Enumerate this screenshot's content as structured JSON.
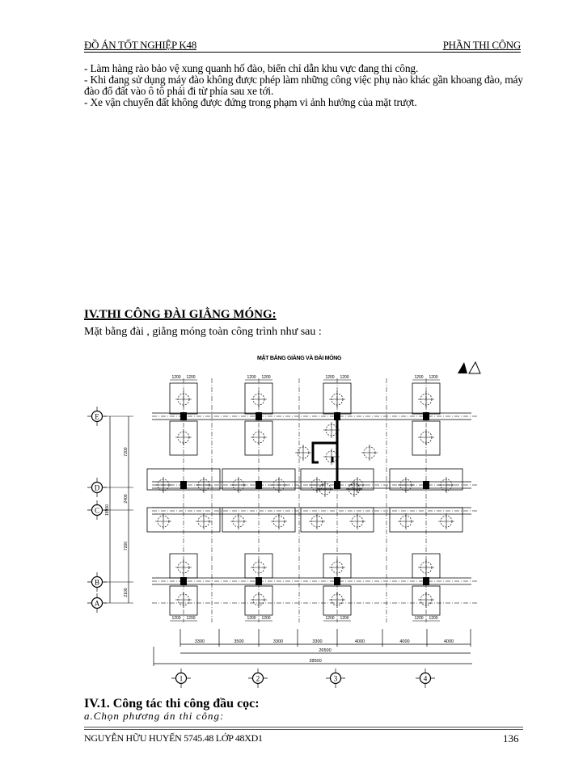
{
  "header": {
    "left": "ĐỒ ÁN TỐT NGHIỆP K48",
    "right": "PHẦN THI CÔNG"
  },
  "paragraphs": [
    "- Làm hàng rào bảo vệ xung quanh hố đào, biển chỉ dẫn khu vực đang thi công.",
    "- Khi đang sử dụng máy đào không được phép làm những công việc phụ nào khác gần khoang đào, máy đào đổ đất vào ô tô phải đi từ phía sau xe tới.",
    "- Xe vận chuyển đất không được đứng trong phạm vi ảnh hưởng của mặt trượt."
  ],
  "section": {
    "heading": "IV.THI CÔNG ĐÀI GIẰNG MÓNG:",
    "intro": "Mặt bằng đài , giằng móng toàn công trình như sau :"
  },
  "drawing": {
    "title": "MẶT BẰNG GIẰNG VÀ ĐÀI MÓNG",
    "column_axes": [
      "1",
      "2",
      "3",
      "4"
    ],
    "row_axes": [
      "E",
      "D",
      "C",
      "B",
      "A"
    ],
    "bottom_spans": [
      "3300",
      "3500",
      "3300",
      "3300",
      "4000",
      "4000",
      "4000"
    ],
    "bottom_total_inner": "26500",
    "bottom_total_outer": "28500",
    "left_spans": [
      "7200",
      "2400",
      "7200",
      "2100"
    ],
    "left_total": "18900",
    "cap_dims": [
      "1200",
      "1200"
    ]
  },
  "subsection": {
    "heading": "IV.1. Công tác thi công đầu cọc:",
    "sub": "a.Chọn phương án thi công:"
  },
  "footer": {
    "author": "NGUYỄN HỮU HUYẾN 5745.48 LỚP 48XD1",
    "page": "136"
  }
}
